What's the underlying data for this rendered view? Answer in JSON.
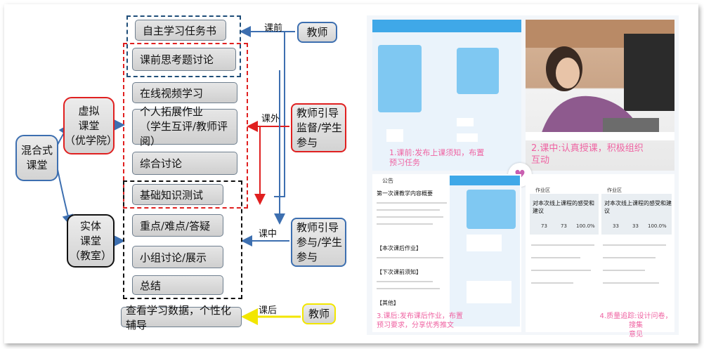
{
  "diagram": {
    "root": "混合式\n课堂",
    "virtual_class": "虚拟\n课堂\n（优学院）",
    "physical_class": "实体\n课堂\n（教室）",
    "task_book": "自主学习任务书",
    "pre_discussion": "课前思考题讨论",
    "online_video": "在线视频学习",
    "personal_homework": "个人拓展作业\n（学生互评/教师评阅）",
    "comprehensive_discussion": "综合讨论",
    "basic_test": "基础知识测试",
    "key_points": "重点/难点/答疑",
    "group_discussion": "小组讨论/展示",
    "summary": "总结",
    "review_data": "查看学习数据，个性化辅导",
    "teacher_top": "教师",
    "teacher_guide_after": "教师引导\n监督/学生\n参与",
    "teacher_guide_in": "教师引导\n参与/学生\n参与",
    "teacher_bottom": "教师",
    "label_before": "课前",
    "label_outside": "课外",
    "label_in": "课中",
    "label_after": "课后"
  },
  "photos": {
    "p1_caption": "1.课前:发布上课须知，布置\n预习任务",
    "p2_caption": "2.课中:认真授课，积极组织\n互动",
    "p3_caption": "3.课后:发布课后作业，布置\n预习要求，分享优秀推文",
    "p4_caption": "4.质量追踪:设计问卷，搜集\n意见",
    "p3_header": "公告",
    "p3_title": "第一次课教学内容概要",
    "p3_s1": "【本次课后作业】",
    "p3_s2": "【下次课前须知】",
    "p3_s3": "【其他】",
    "p4_title": "对本次线上课程的感受和建议",
    "p4_left_stats": [
      "73",
      "73",
      "100.0%"
    ],
    "p4_right_stats": [
      "33",
      "33",
      "100.0%"
    ],
    "p4_tab": "作业区"
  },
  "colors": {
    "red": "#e02020",
    "blue_dash": "#1f4e79",
    "arrow_blue": "#3d6fb0",
    "arrow_yellow": "#f2e600",
    "pink_caption": "#ef63a2"
  }
}
